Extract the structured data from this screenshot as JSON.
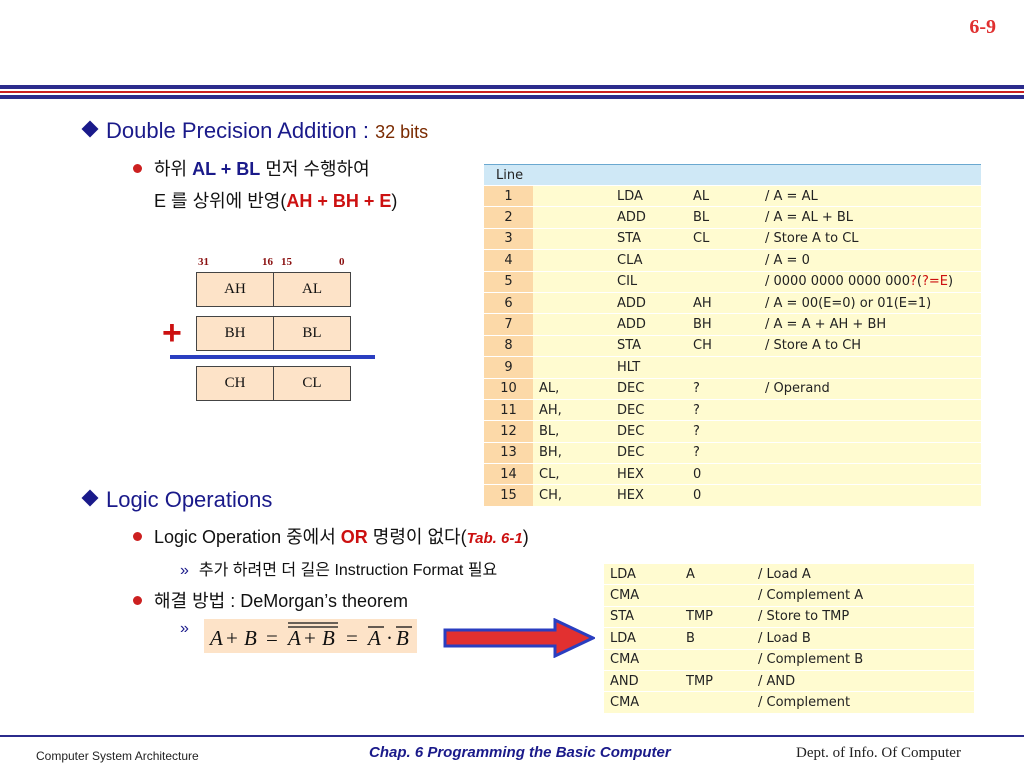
{
  "page_number": "6-9",
  "bullets": {
    "dpa_title": "Double Precision Addition : ",
    "dpa_bits": "32 bits",
    "dpa_line1_pre": "하위 ",
    "dpa_line1_bold": "AL + BL",
    "dpa_line1_post": " 먼저 수행하여",
    "dpa_line2_pre": "E 를 상위에 반영(",
    "dpa_line2_bold": "AH + BH + E",
    "dpa_line2_post": ")",
    "logic_title": "Logic Operations",
    "logic_sub1_pre": "Logic Operation 중에서 ",
    "logic_sub1_bold": "OR",
    "logic_sub1_mid": " 명령이 없다(",
    "logic_sub1_ref": "Tab. 6-1",
    "logic_sub1_post": ")",
    "logic_subsub_mark": "»",
    "logic_subsub": "추가 하려면 더 길은 Instruction Format 필요",
    "logic_sub2": "해결 방법 : DeMorgan’s theorem",
    "logic_sub2_mark": "»"
  },
  "registers": {
    "bits": {
      "b31": "31",
      "b16": "16",
      "b15": "15",
      "b0": "0"
    },
    "row1": [
      "AH",
      "AL"
    ],
    "row2": [
      "BH",
      "BL"
    ],
    "row3": [
      "CH",
      "CL"
    ],
    "plus": "+"
  },
  "program": {
    "header": "Line",
    "rows": [
      {
        "line": "1",
        "label": "",
        "op": "LDA",
        "arg": "AL",
        "comment": "/ A = AL"
      },
      {
        "line": "2",
        "label": "",
        "op": "ADD",
        "arg": "BL",
        "comment": "/ A = AL + BL"
      },
      {
        "line": "3",
        "label": "",
        "op": "STA",
        "arg": "CL",
        "comment": "/ Store A to CL"
      },
      {
        "line": "4",
        "label": "",
        "op": "CLA",
        "arg": "",
        "comment": "/ A = 0"
      },
      {
        "line": "5",
        "label": "",
        "op": "CIL",
        "arg": "",
        "comment": "/ 0000 0000 0000 000"
      },
      {
        "line": "6",
        "label": "",
        "op": "ADD",
        "arg": "AH",
        "comment": "/ A = 00(E=0) or 01(E=1)"
      },
      {
        "line": "7",
        "label": "",
        "op": "ADD",
        "arg": "BH",
        "comment": "/ A = A + AH + BH"
      },
      {
        "line": "8",
        "label": "",
        "op": "STA",
        "arg": "CH",
        "comment": "/ Store A to CH"
      },
      {
        "line": "9",
        "label": "",
        "op": "HLT",
        "arg": "",
        "comment": ""
      },
      {
        "line": "10",
        "label": "AL,",
        "op": "DEC",
        "arg": "?",
        "comment": "/ Operand"
      },
      {
        "line": "11",
        "label": "AH,",
        "op": "DEC",
        "arg": "?",
        "comment": ""
      },
      {
        "line": "12",
        "label": "BL,",
        "op": "DEC",
        "arg": "?",
        "comment": ""
      },
      {
        "line": "13",
        "label": "BH,",
        "op": "DEC",
        "arg": "?",
        "comment": ""
      },
      {
        "line": "14",
        "label": "CL,",
        "op": "HEX",
        "arg": "0",
        "comment": ""
      },
      {
        "line": "15",
        "label": "CH,",
        "op": "HEX",
        "arg": "0",
        "comment": ""
      }
    ],
    "row5_annot_mark": "?",
    "row5_annot_paren_open": "(",
    "row5_annot_red": "?=E",
    "row5_annot_paren_close": ")"
  },
  "logic_program": {
    "rows": [
      {
        "op": "LDA",
        "arg": "A",
        "comment": "/ Load A"
      },
      {
        "op": "CMA",
        "arg": "",
        "comment": "/ Complement A"
      },
      {
        "op": "STA",
        "arg": "TMP",
        "comment": "/ Store to TMP"
      },
      {
        "op": "LDA",
        "arg": "B",
        "comment": "/ Load B"
      },
      {
        "op": "CMA",
        "arg": "",
        "comment": "/ Complement B"
      },
      {
        "op": "AND",
        "arg": "TMP",
        "comment": "/ AND"
      },
      {
        "op": "CMA",
        "arg": "",
        "comment": "/ Complement"
      }
    ]
  },
  "formula": {
    "a": "A",
    "plus": "+",
    "b": "B",
    "eq": "=",
    "dot": "·"
  },
  "footer": {
    "left": "Computer System Architecture",
    "center": "Chap. 6  Programming the Basic Computer",
    "right": "Dept. of Info. Of Computer"
  },
  "colors": {
    "navy": "#1a1a8a",
    "red": "#cc1010",
    "line_col": "#fcd9a8",
    "code_bg": "#fffbd0",
    "header_bg": "#cfe8f6",
    "reg_orange": "#fde3c8"
  }
}
